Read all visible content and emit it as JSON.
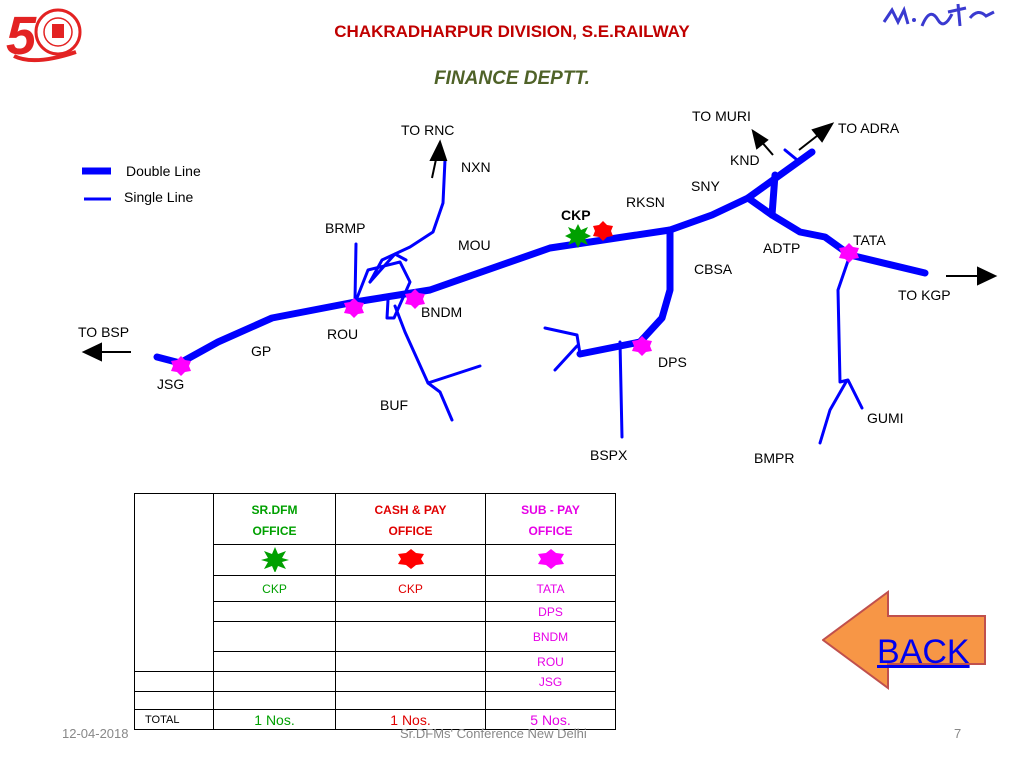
{
  "header": {
    "title": "CHAKRADHARPUR DIVISION,  S.E.RAILWAY",
    "subtitle": "FINANCE DEPTT."
  },
  "logos": {
    "left_logo": "railway-75-years-emblem",
    "right_logo": "signature"
  },
  "colors": {
    "track": "#0000ff",
    "title": "#c00000",
    "subtitle": "#4f6228",
    "sr_dfm": "#00a000",
    "cash_pay": "#e00000",
    "sub_pay": "#e600e6",
    "back_arrow_fill": "#f79646",
    "back_arrow_stroke": "#c0504d"
  },
  "map_legend": {
    "double_line": "Double Line",
    "single_line": "Single Line"
  },
  "stations": {
    "ckp": "CKP",
    "rksn": "RKSN",
    "sny": "SNY",
    "knd": "KND",
    "to_muri": "TO MURI",
    "to_adra": "TO ADRA",
    "to_rnc": "TO RNC",
    "nxn": "NXN",
    "mou": "MOU",
    "brmp": "BRMP",
    "bndm": "BNDM",
    "rou": "ROU",
    "to_bsp": "TO BSP",
    "gp": "GP",
    "jsg": "JSG",
    "buf": "BUF",
    "cbsa": "CBSA",
    "adtp": "ADTP",
    "tata": "TATA",
    "to_kgp": "TO KGP",
    "dps": "DPS",
    "bspx": "BSPX",
    "bmpr": "BMPR",
    "gumi": "GUMI"
  },
  "office_table": {
    "headers": [
      {
        "line1": "SR.DFM",
        "line2": "OFFICE"
      },
      {
        "line1": "CASH & PAY",
        "line2": "OFFICE"
      },
      {
        "line1": "SUB - PAY",
        "line2": "OFFICE"
      }
    ],
    "rows": [
      [
        "CKP",
        "CKP",
        "TATA"
      ],
      [
        "",
        "",
        "DPS"
      ],
      [
        "",
        "",
        "BNDM"
      ],
      [
        "",
        "",
        "ROU"
      ],
      [
        "",
        "",
        "JSG"
      ]
    ],
    "total_label": "TOTAL",
    "totals": [
      "1 Nos.",
      "1 Nos.",
      "5  Nos."
    ]
  },
  "back_button": {
    "label": "BACK"
  },
  "footer": {
    "date": "12-04-2018",
    "center": "Sr.DFMs' Conference New Delhi",
    "page": "7"
  }
}
